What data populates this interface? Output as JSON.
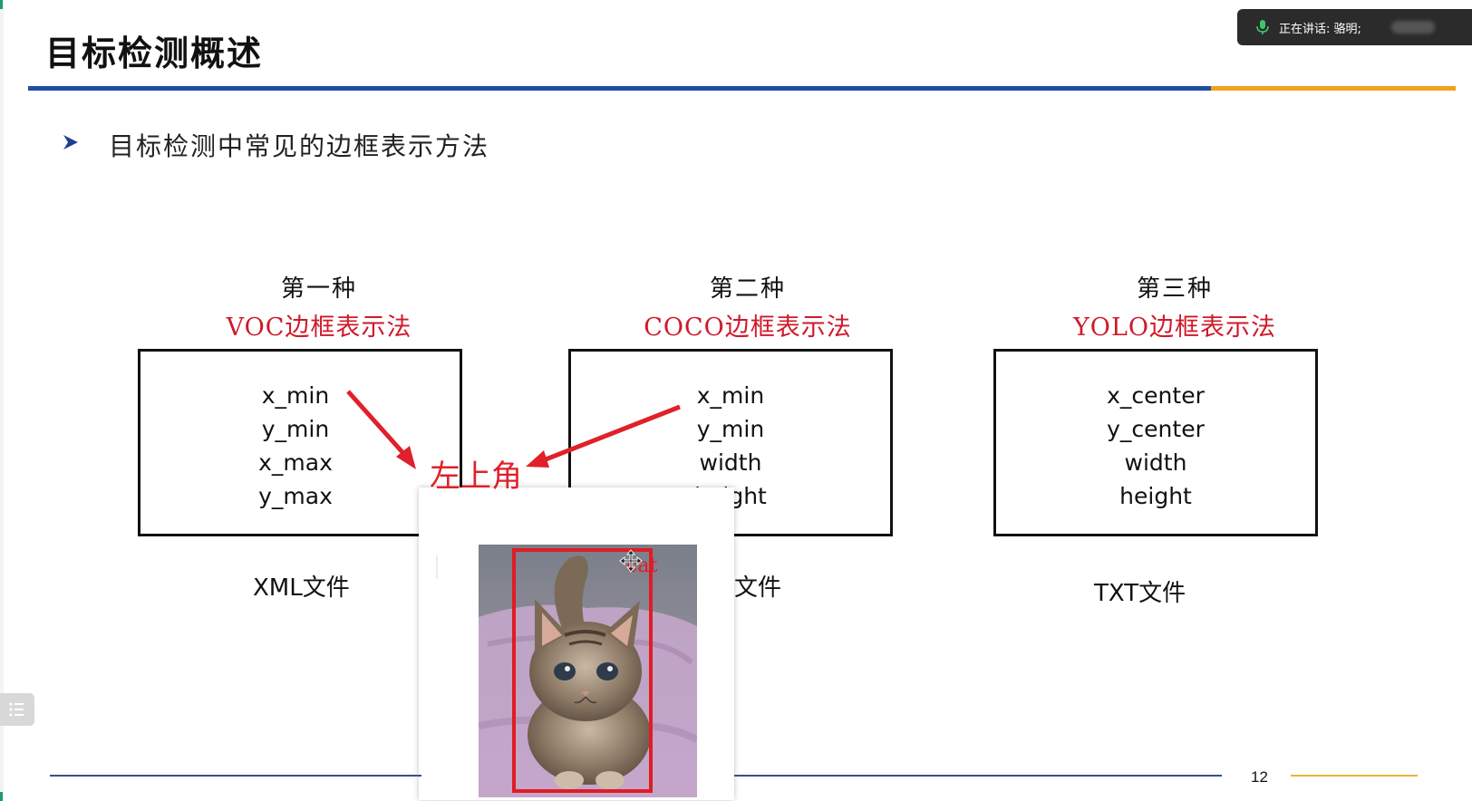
{
  "slide": {
    "title": "目标检测概述",
    "subtitle": "目标检测中常见的边框表示方法",
    "page_number": "12"
  },
  "meeting": {
    "speaking_label": "正在讲话: 骆明;"
  },
  "columns": [
    {
      "kind": "第一种",
      "method": "VOC边框表示法",
      "fields": [
        "x_min",
        "y_min",
        "x_max",
        "y_max"
      ],
      "file": "XML文件"
    },
    {
      "kind": "第二种",
      "method": "COCO边框表示法",
      "fields": [
        "x_min",
        "y_min",
        "width",
        "height"
      ],
      "file": "文件"
    },
    {
      "kind": "第三种",
      "method": "YOLO边框表示法",
      "fields": [
        "x_center",
        "y_center",
        "width",
        "height"
      ],
      "file": "TXT文件"
    }
  ],
  "annotation": {
    "text": "左上角",
    "color": "#e0202a"
  },
  "image": {
    "label": "cat"
  },
  "colors": {
    "accent_red": "#d0192a",
    "rule_blue": "#1f4fa3",
    "rule_orange": "#f2a21c"
  },
  "icons": {
    "bullet": "arrowhead-bullet-icon",
    "mic": "microphone-icon",
    "move": "move-cursor-icon",
    "outline": "outline-list-icon"
  }
}
